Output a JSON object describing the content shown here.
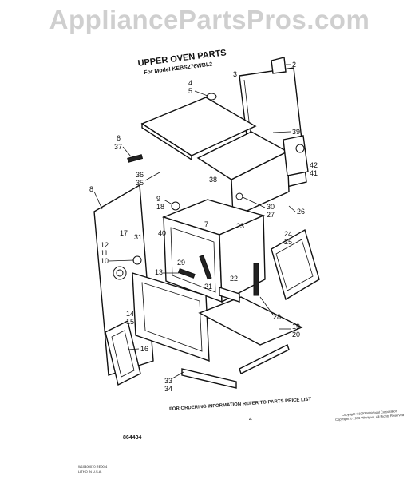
{
  "watermark": "AppliancePartsPros.com",
  "header": {
    "title": "UPPER OVEN PARTS",
    "subtitle": "For Model KEBS276WBL2"
  },
  "parts": [
    "2",
    "3",
    "4",
    "5",
    "6",
    "37",
    "36",
    "35",
    "38",
    "39",
    "41",
    "42",
    "8",
    "9",
    "18",
    "17",
    "31",
    "40",
    "12",
    "11",
    "10",
    "7",
    "30",
    "27",
    "26",
    "23",
    "24",
    "25",
    "29",
    "13",
    "21",
    "22",
    "28",
    "14",
    "15",
    "16",
    "33",
    "34",
    "19",
    "20"
  ],
  "footer": {
    "order_info": "FOR ORDERING INFORMATION REFER TO PARTS PRICE LIST",
    "page_number": "4",
    "part_number": "864434",
    "copyright_1": "Copyright ©1993 Whirlpool Corporation",
    "copyright_2": "Copyright © 1993 Whirlpool, All Rights Reserved",
    "code_1": "W10400070 RE00-4",
    "code_2": "LITHO IN U.S.A."
  }
}
